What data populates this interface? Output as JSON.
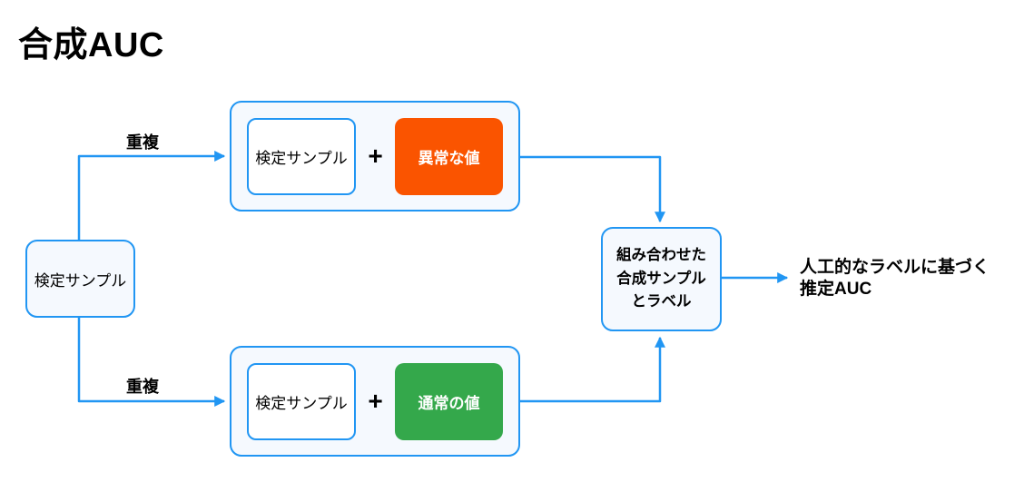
{
  "title": "合成AUC",
  "colors": {
    "accent_blue": "#2196F3",
    "orange": "#FA5400",
    "green": "#34A84B",
    "box_fill": "#F5F9FE",
    "text": "#000000"
  },
  "source_box": {
    "label": "検定サンプル"
  },
  "edges": {
    "top_label": "重複",
    "bottom_label": "重複"
  },
  "top_group": {
    "sample_label": "検定サンプル",
    "plus": "+",
    "value_label": "異常な値"
  },
  "bottom_group": {
    "sample_label": "検定サンプル",
    "plus": "+",
    "value_label": "通常の値"
  },
  "combined_box": {
    "label": "組み合わせた\n合成サンプル\nとラベル"
  },
  "output": {
    "label": "人工的なラベルに基づく\n推定AUC"
  }
}
